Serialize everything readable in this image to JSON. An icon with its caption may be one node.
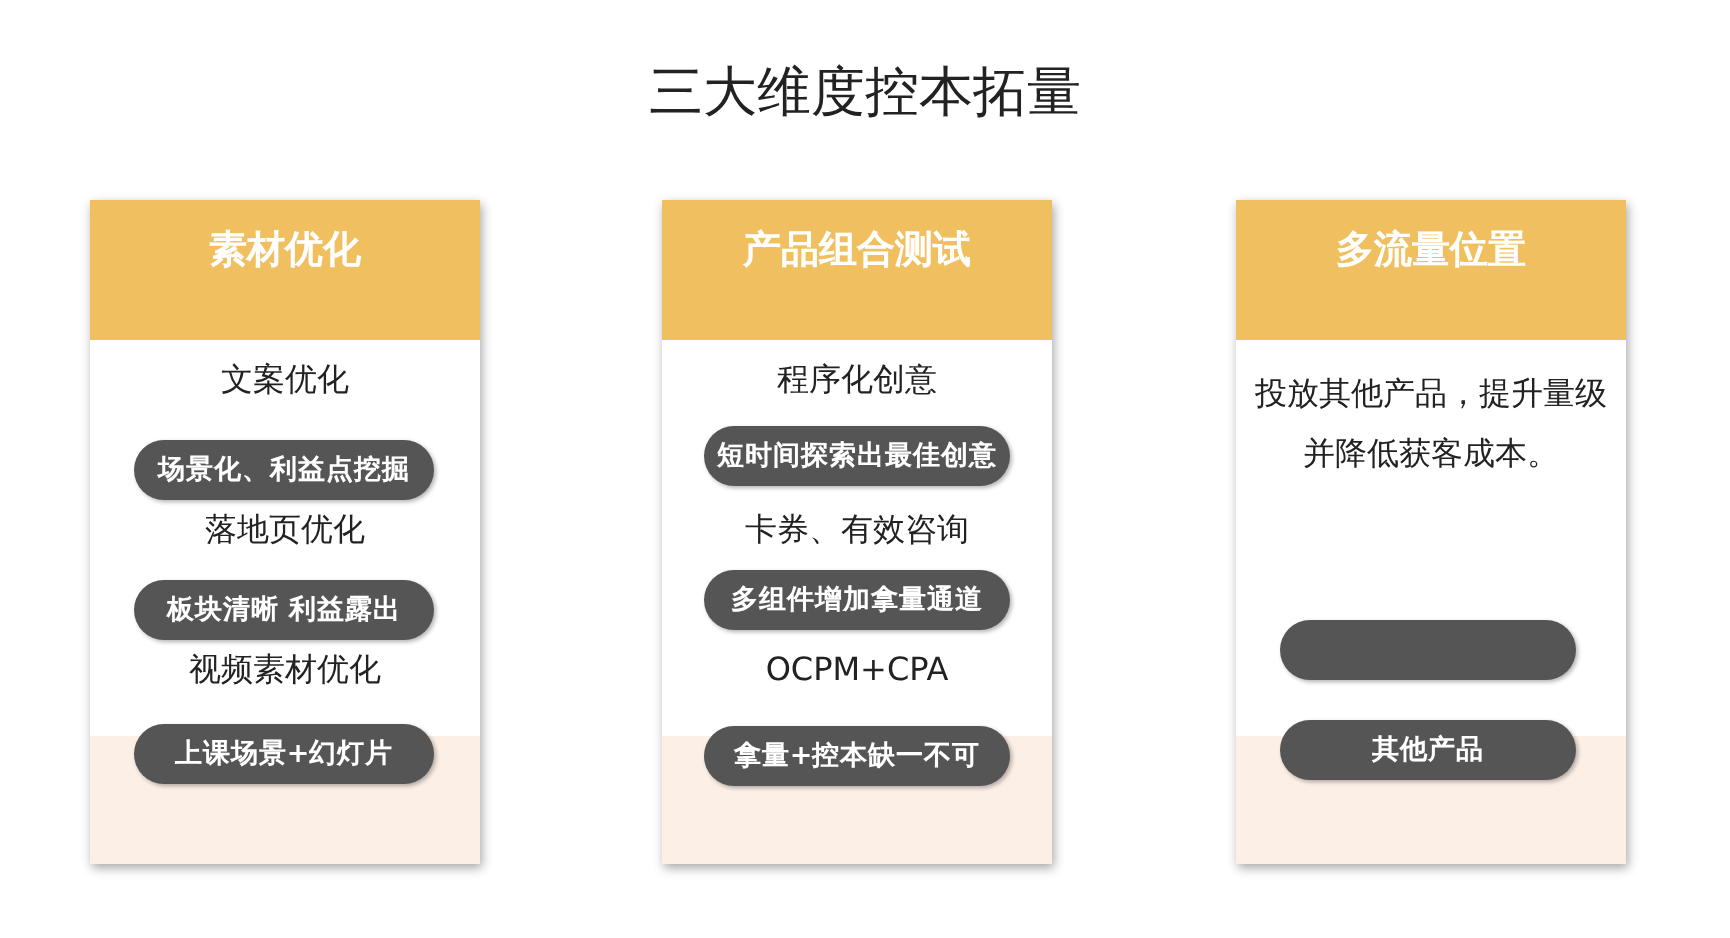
{
  "diagram": {
    "title": "三大维度控本拓量",
    "nodes": [
      {
        "text": [
          "素材优化",
          "文案优化",
          "落地页优化",
          "视频素材优化"
        ]
      },
      {
        "text": [
          "场景化、利益点挖掘"
        ],
        "in": 0
      },
      {
        "text": [
          "板块清晰 利益露出"
        ],
        "in": 0
      },
      {
        "text": [
          "上课场景+幻灯片"
        ],
        "in": 0
      },
      {
        "text": [
          "产品组合测试",
          "程序化创意",
          "卡券、有效咨询",
          "OCPM+CPA"
        ]
      },
      {
        "text": [
          "短时间探索出最佳创意"
        ],
        "in": 4
      },
      {
        "text": [
          "多组件增加拿量通道"
        ],
        "in": 4
      },
      {
        "text": [
          "拿量+控本缺一不可"
        ],
        "in": 4
      },
      {
        "text": [
          "多流量位置",
          "投放其他产品，提升量级并降低获客成本。"
        ]
      },
      {
        "text": [],
        "shape": "box",
        "in": 8
      },
      {
        "text": [
          "其他产品"
        ],
        "in": 8
      }
    ]
  }
}
